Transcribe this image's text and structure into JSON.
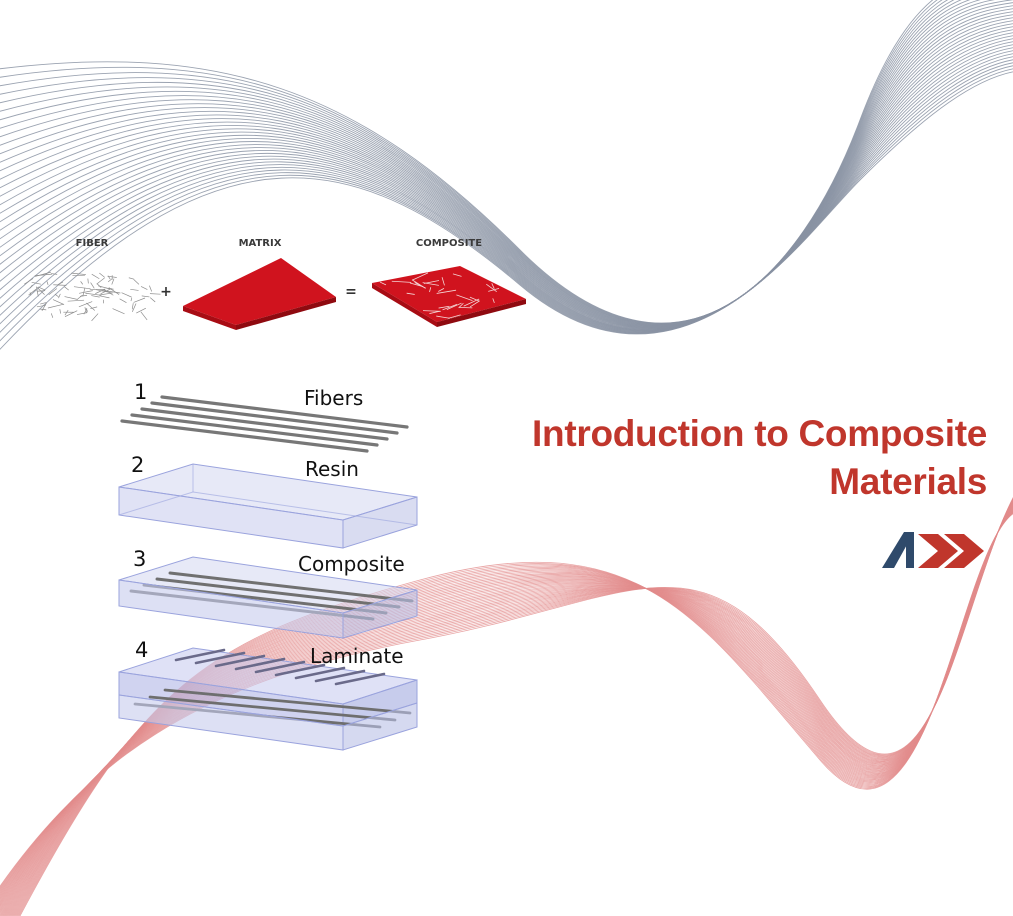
{
  "colors": {
    "accent": "#c0362c",
    "gray_wave": "#8a93a3",
    "red_wave": "#e28c8c",
    "matrix_red": "#d0131e",
    "resin_fill": "#c6cbec",
    "resin_edge": "#9aa3dd",
    "fiber": "#777777"
  },
  "top_row": {
    "fiber_label": "FIBER",
    "plus": "+",
    "matrix_label": "MATRIX",
    "equals": "=",
    "composite_label": "COMPOSITE"
  },
  "steps": [
    {
      "number": "1",
      "label": "Fibers"
    },
    {
      "number": "2",
      "label": "Resin"
    },
    {
      "number": "3",
      "label": "Composite"
    },
    {
      "number": "4",
      "label": "Laminate"
    }
  ],
  "title": {
    "line1": "Introduction to Composite",
    "line2": "Materials"
  },
  "logo": {
    "icon": "brand-arrows-logo"
  }
}
